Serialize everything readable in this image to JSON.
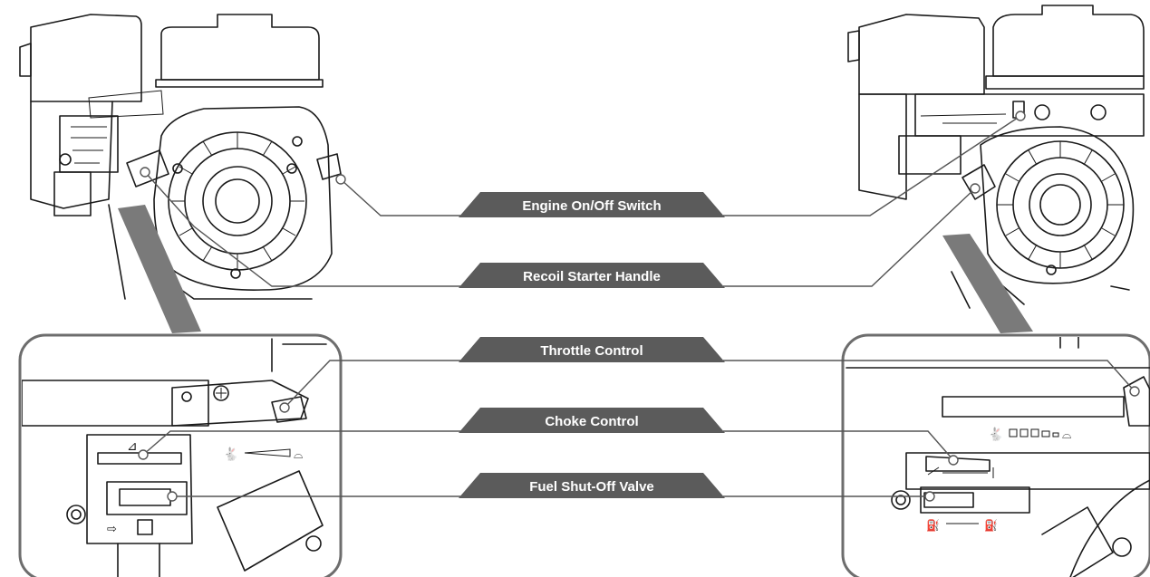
{
  "callouts": {
    "engine_switch": "Engine On/Off Switch",
    "recoil_handle": "Recoil Starter Handle",
    "throttle": "Throttle Control",
    "choke": "Choke Control",
    "fuel_valve": "Fuel Shut-Off Valve"
  },
  "colors": {
    "label_bg": "#5b5b5b",
    "label_text": "#ffffff",
    "leader": "#555555",
    "panel_border": "#6d6d6d",
    "line_art": "#1a1a1a"
  },
  "icons": [
    "engine-illustration",
    "zoom-detail-panel",
    "rabbit-icon",
    "turtle-icon",
    "fuel-tap-icon"
  ]
}
